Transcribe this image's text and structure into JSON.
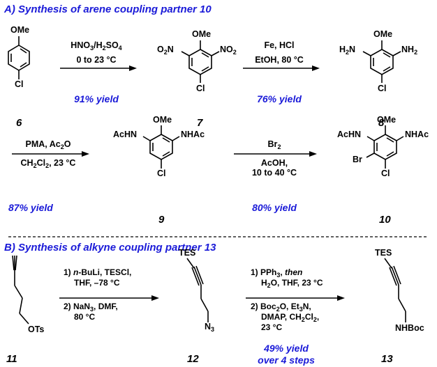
{
  "section_a": {
    "title": "A) Synthesis of arene coupling partner 10",
    "compounds": {
      "c6": {
        "number": "6",
        "top": "OMe",
        "bottom": "Cl"
      },
      "c7": {
        "number": "7",
        "top": "OMe",
        "left_pre": "O",
        "left_sub": "2",
        "left_post": "N",
        "right_pre": "NO",
        "right_sub": "2",
        "bottom": "Cl"
      },
      "c8": {
        "number": "8",
        "top": "OMe",
        "left_pre": "H",
        "left_sub": "2",
        "left_post": "N",
        "right_pre": "NH",
        "right_sub": "2",
        "bottom": "Cl"
      },
      "c9": {
        "number": "9",
        "top": "OMe",
        "left": "AcHN",
        "right": "NHAc",
        "bottom": "Cl"
      },
      "c10": {
        "number": "10",
        "top": "OMe",
        "left": "AcHN",
        "right": "NHAc",
        "br": "Br",
        "bottom": "Cl"
      }
    },
    "steps": {
      "s1": {
        "line1_pre": "HNO",
        "line1_sub1": "3",
        "line1_mid": "/H",
        "line1_sub2": "2",
        "line1_post": "SO",
        "line1_sub3": "4",
        "line2": "0 to 23 °C",
        "yield": "91% yield"
      },
      "s2": {
        "line1": "Fe, HCl",
        "line2": "EtOH, 80 °C",
        "yield": "76% yield"
      },
      "s3": {
        "line1_pre": "PMA, Ac",
        "line1_sub": "2",
        "line1_post": "O",
        "line2_pre": "CH",
        "line2_sub1": "2",
        "line2_mid": "Cl",
        "line2_sub2": "2",
        "line2_post": ", 23 °C",
        "yield": "87% yield"
      },
      "s4": {
        "line1_pre": "Br",
        "line1_sub": "2",
        "line2": "AcOH,",
        "line3": "10 to 40 °C",
        "yield": "80% yield"
      }
    }
  },
  "section_b": {
    "title": "B) Synthesis of alkyne coupling partner 13",
    "compounds": {
      "c11": {
        "number": "11",
        "label": "OTs"
      },
      "c12": {
        "number": "12",
        "top": "TES",
        "bottom_pre": "N",
        "bottom_sub": "3"
      },
      "c13": {
        "number": "13",
        "top": "TES",
        "bottom": "NHBoc"
      }
    },
    "steps": {
      "s5": {
        "line1_num": "1) ",
        "line1_it": "n",
        "line1_rest": "-BuLi, TESCl,",
        "line2": "THF, –78 °C",
        "line3_pre": "2) NaN",
        "line3_sub": "3",
        "line3_post": ", DMF,",
        "line4": "80 °C"
      },
      "s6": {
        "line1_pre": "1) PPh",
        "line1_sub": "3",
        "line1_mid": ", ",
        "line1_it": "then",
        "line2_pre": "H",
        "line2_sub": "2",
        "line2_post": "O, THF, 23 °C",
        "line3_pre": "2) Boc",
        "line3_sub1": "2",
        "line3_mid": "O, Et",
        "line3_sub2": "3",
        "line3_post": "N,",
        "line4_pre": "DMAP, CH",
        "line4_sub1": "2",
        "line4_mid": "Cl",
        "line4_sub2": "2",
        "line4_post": ",",
        "line5": "23 °C",
        "yield_line1": "49% yield",
        "yield_line2": "over 4 steps"
      }
    }
  }
}
